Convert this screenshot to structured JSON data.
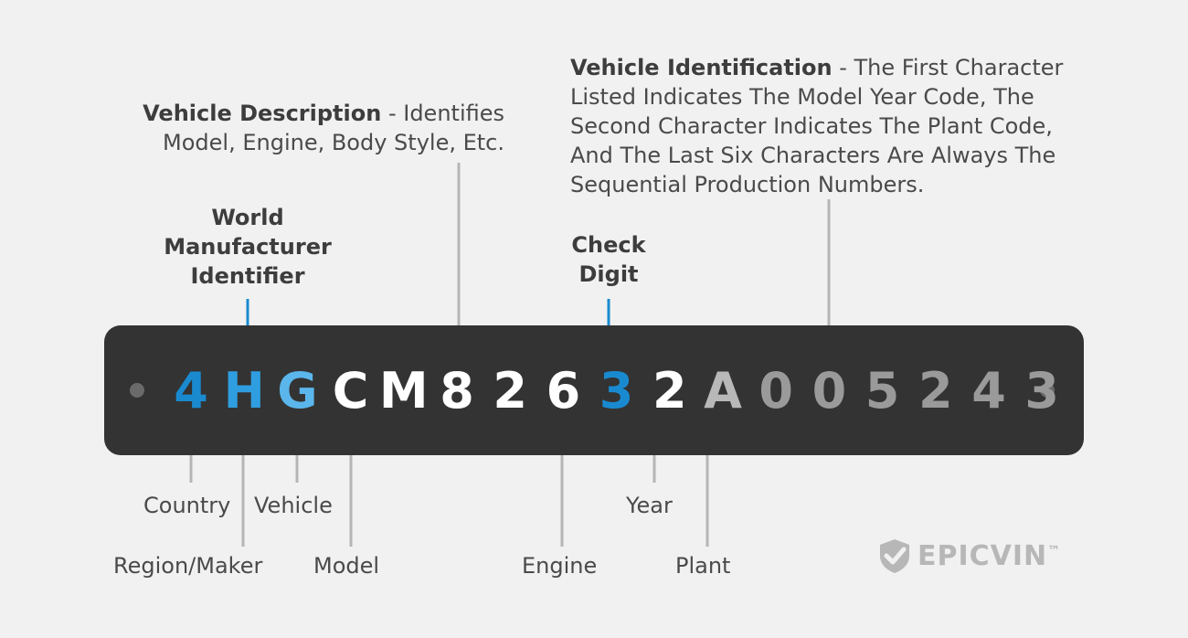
{
  "vin": {
    "characters": [
      {
        "char": "4",
        "color": "#1a8ad0"
      },
      {
        "char": "H",
        "color": "#2f9ee0"
      },
      {
        "char": "G",
        "color": "#5bb6ec"
      },
      {
        "char": "C",
        "color": "#ffffff"
      },
      {
        "char": "M",
        "color": "#ffffff"
      },
      {
        "char": "8",
        "color": "#ffffff"
      },
      {
        "char": "2",
        "color": "#ffffff"
      },
      {
        "char": "6",
        "color": "#ffffff"
      },
      {
        "char": "3",
        "color": "#1a8ad0"
      },
      {
        "char": "2",
        "color": "#ffffff"
      },
      {
        "char": "A",
        "color": "#b8b8b8"
      },
      {
        "char": "0",
        "color": "#9a9a9a"
      },
      {
        "char": "0",
        "color": "#9a9a9a"
      },
      {
        "char": "5",
        "color": "#9a9a9a"
      },
      {
        "char": "2",
        "color": "#9a9a9a"
      },
      {
        "char": "4",
        "color": "#9a9a9a"
      },
      {
        "char": "3",
        "color": "#9a9a9a"
      }
    ]
  },
  "top_labels": {
    "wmi": {
      "line1": "World",
      "line2": "Manufacturer",
      "line3": "Identifier"
    },
    "check": {
      "line1": "Check",
      "line2": "Digit"
    },
    "vds": {
      "title": "Vehicle Description",
      "text1": " - Identifies",
      "text2": "Model, Engine, Body Style, Etc."
    },
    "vis": {
      "title": "Vehicle Identification",
      "text1": " - The First Character",
      "text2": "Listed Indicates The Model Year Code, The",
      "text3": "Second Character Indicates The Plant Code,",
      "text4": "And The Last Six Characters Are Always The",
      "text5": "Sequential Production Numbers."
    }
  },
  "bottom_labels": {
    "country": "Country",
    "region": "Region/Maker",
    "vehicle": "Vehicle",
    "model": "Model",
    "engine": "Engine",
    "year": "Year",
    "plant": "Plant"
  },
  "logo": {
    "text": "EPICVIN",
    "tm": "™"
  },
  "colors": {
    "blue": "#1a8ad0",
    "gray_line": "#b5b5b5",
    "plate": "#333333",
    "background": "#f1f1f1"
  }
}
